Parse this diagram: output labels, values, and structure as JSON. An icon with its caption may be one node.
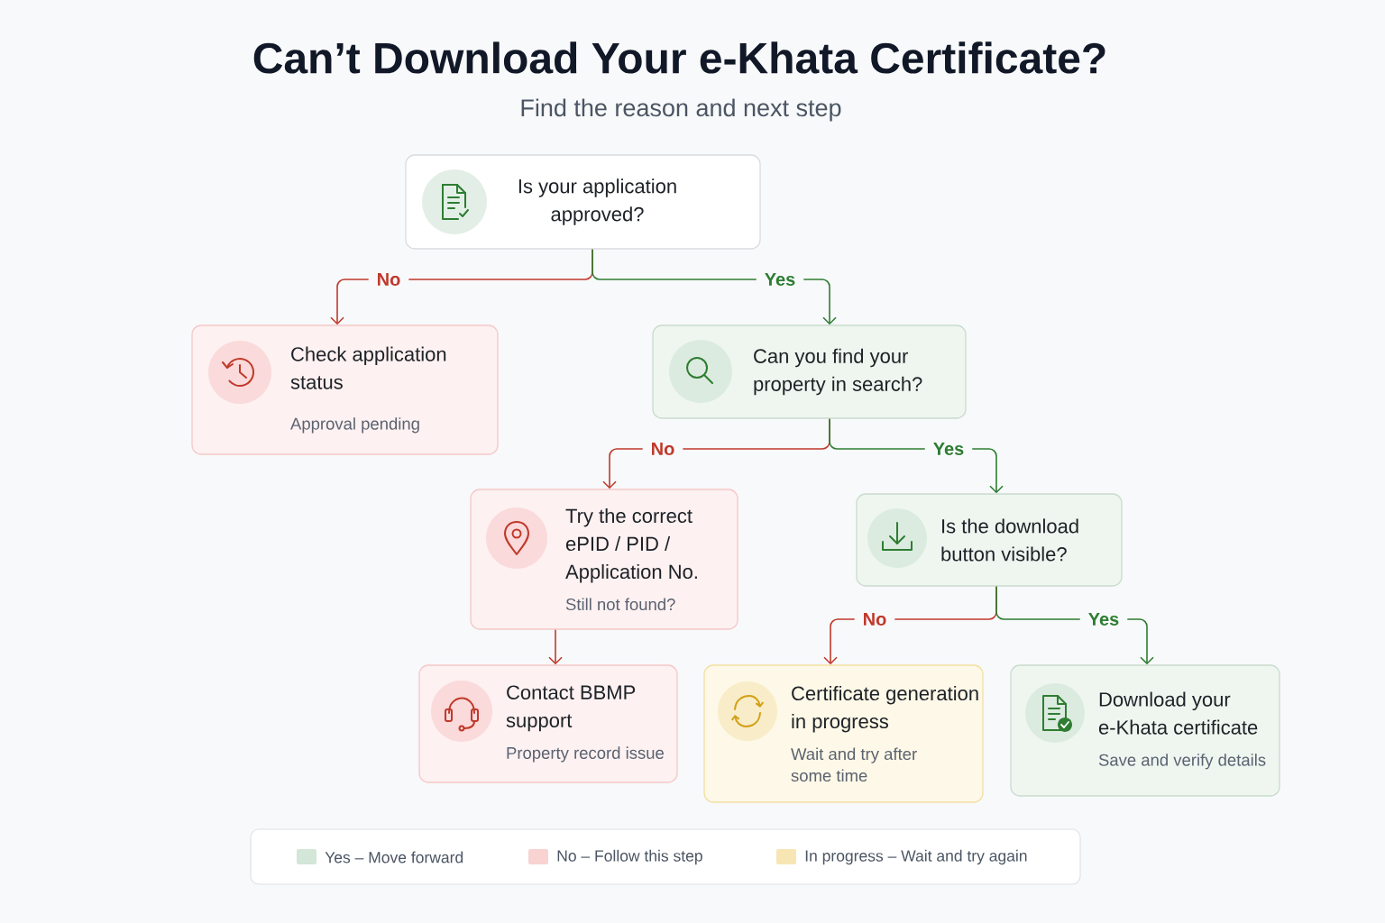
{
  "diagram": {
    "title": "Can’t Download Your e-Khata Certificate?",
    "nodes": [
      {
        "text": [
          "Is your application approved?"
        ]
      },
      {
        "text": [
          "Check application status",
          "Approval pending"
        ]
      },
      {
        "text": [
          "Can you find your property in search?"
        ]
      },
      {
        "text": [
          "Try the correct ePID / PID / Application No.",
          "Still not found?"
        ]
      },
      {
        "text": [
          "Is the download button visible?"
        ]
      },
      {
        "text": [
          "Contact BBMP support",
          "Property record issue"
        ]
      },
      {
        "text": [
          "Certificate generation in progress",
          "Wait and try after some time"
        ]
      },
      {
        "text": [
          "Download your e-Khata certificate",
          "Save and verify details"
        ]
      }
    ],
    "edges": [
      {
        "from": 0,
        "to": 1,
        "arrow": "to",
        "label": "No"
      },
      {
        "from": 0,
        "to": 2,
        "arrow": "to",
        "label": "Yes",
        "color": "#2e7d32"
      },
      {
        "from": 2,
        "to": 3,
        "arrow": "to",
        "label": "No"
      },
      {
        "from": 2,
        "to": 4,
        "arrow": "to",
        "label": "Yes",
        "color": "#2e7d32"
      },
      {
        "from": 3,
        "to": 5,
        "arrow": "to"
      },
      {
        "from": 4,
        "to": 6,
        "arrow": "to",
        "label": "No"
      },
      {
        "from": 4,
        "to": 7,
        "arrow": "to",
        "label": "Yes",
        "color": "#2e7d32"
      }
    ],
    "labels": [
      "Find the reason and next step"
    ],
    "legend": [
      {
        "text": "Yes – Move forward",
        "color": "#d3e6d7"
      },
      {
        "text": "No – Follow this step",
        "color": "#f9d2d2"
      },
      {
        "text": "In progress – Wait and try again",
        "color": "#f7e6b3"
      }
    ]
  }
}
